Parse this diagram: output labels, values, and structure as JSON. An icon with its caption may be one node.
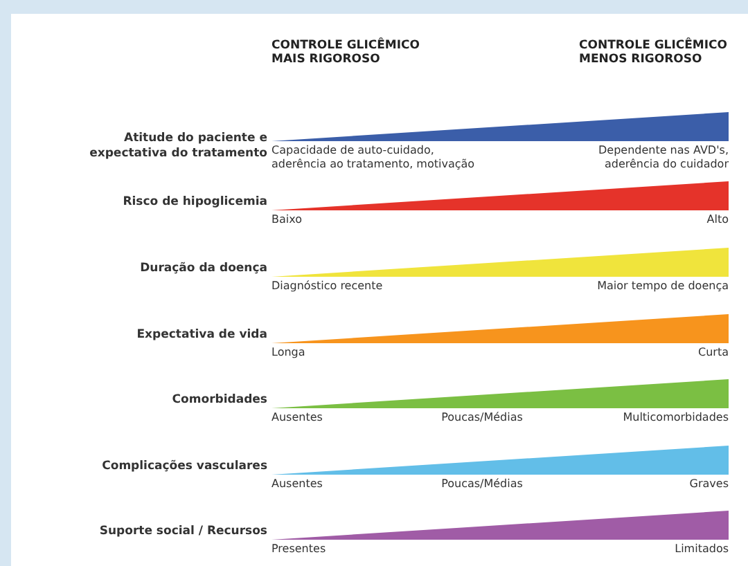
{
  "diagram": {
    "nodes": [
      {
        "text": [],
        "shape": "triangle"
      },
      {
        "text": [],
        "shape": "triangle"
      },
      {
        "text": [],
        "shape": "triangle"
      },
      {
        "text": [],
        "shape": "triangle"
      },
      {
        "text": [],
        "shape": "triangle"
      },
      {
        "text": [],
        "shape": "triangle"
      },
      {
        "text": [],
        "shape": "triangle"
      }
    ],
    "labels": [
      "CONTROLE GLICÊMICO MAIS RIGOROSO",
      "CONTROLE GLICÊMICO MENOS RIGOROSO",
      "Atitude do paciente e expectativa do tratamento",
      "Capacidade de auto-cuidado, aderência ao tratamento, motivação",
      "Dependente nas AVD's, aderência do cuidador",
      "Risco de hipoglicemia",
      "Baixo",
      "Alto",
      "Duração da doença",
      "Diagnóstico recente",
      "Maior tempo de doença",
      "Expectativa de vida",
      "Longa",
      "Curta",
      "Comorbidades",
      "Ausentes",
      "Poucas/Médias",
      "Multicomorbidades",
      "Complicações vasculares",
      "Ausentes",
      "Poucas/Médias",
      "Graves",
      "Suporte social / Recursos",
      "Presentes",
      "Limitados"
    ]
  }
}
